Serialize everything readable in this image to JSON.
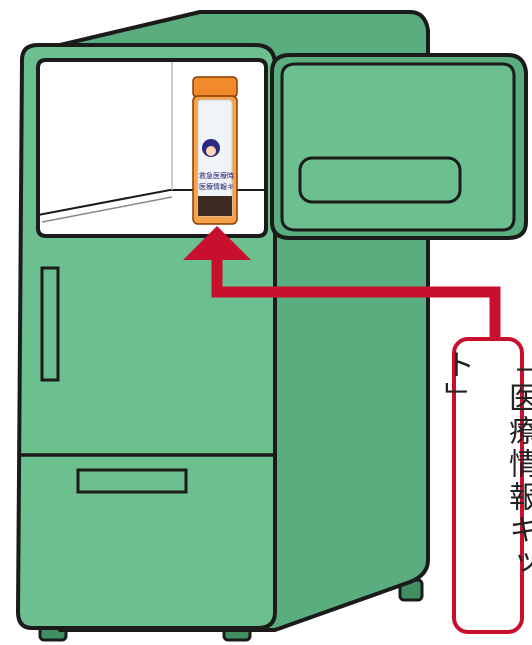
{
  "callout": {
    "text": "「医療情報キット」"
  },
  "kit": {
    "label_lines": [
      "救急医療時",
      "医療情報キ"
    ]
  },
  "colors": {
    "fridge_fill": "#6cbf8e",
    "fridge_dark": "#4da374",
    "outline": "#1b1b1b",
    "arrow": "#c8102e",
    "kit_orange": "#f08a2a",
    "interior": "#ffffff"
  },
  "icons": [
    "refrigerator",
    "medical-info-kit-bottle",
    "up-arrow"
  ]
}
